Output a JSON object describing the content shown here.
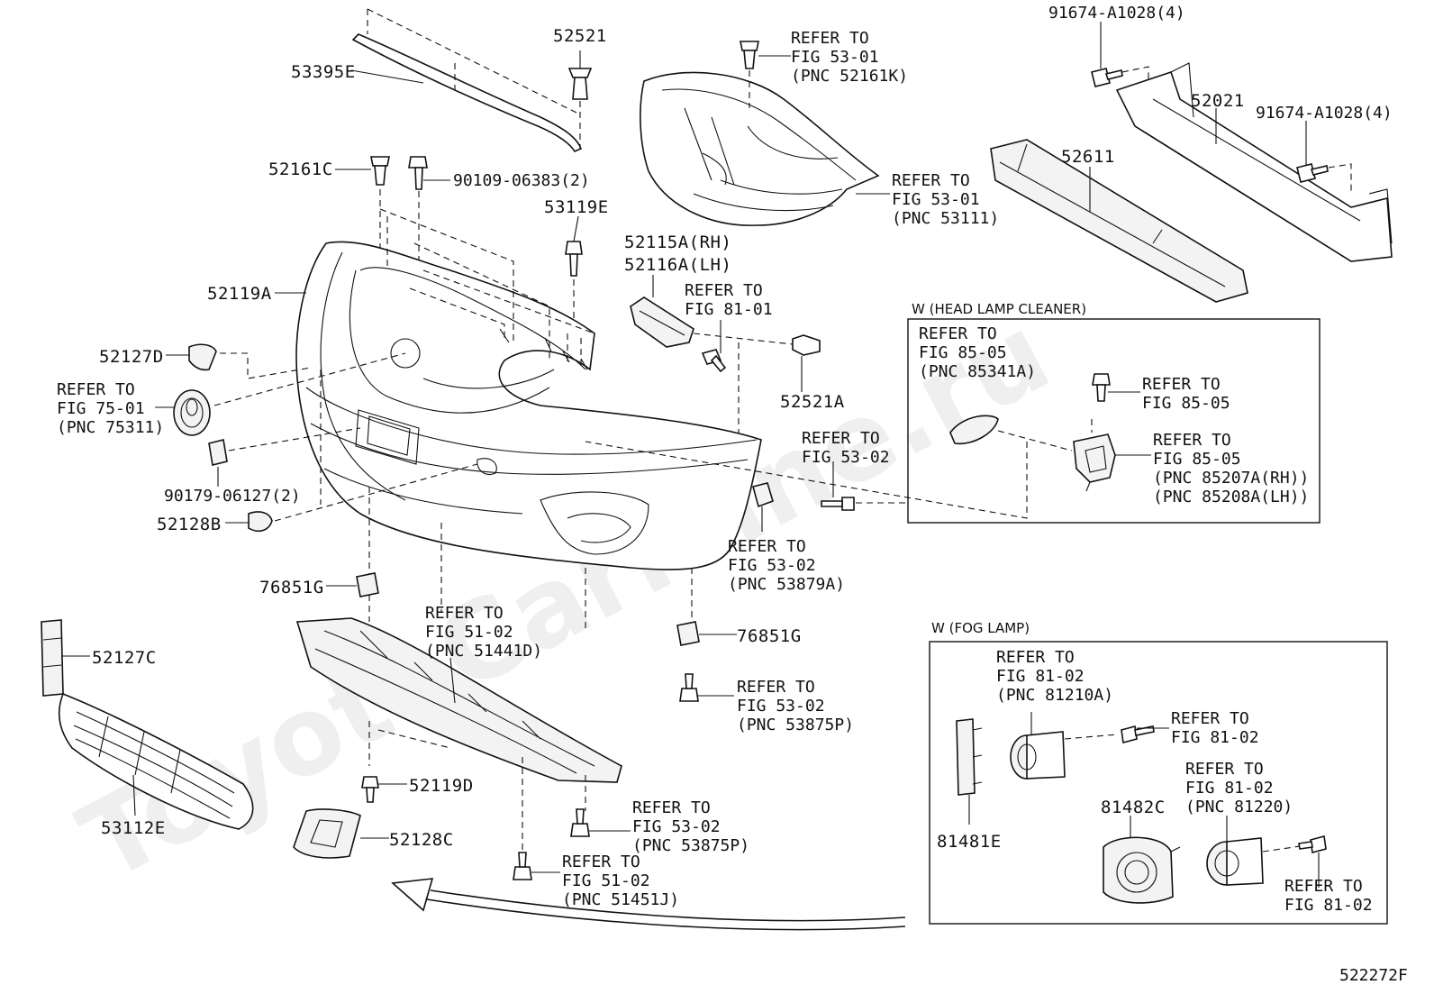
{
  "watermark": "ToyotaCarMine.ru",
  "figure_code": "522272F",
  "groups": {
    "head_lamp_cleaner": "W (HEAD LAMP CLEANER)",
    "fog_lamp": "W (FOG LAMP)"
  },
  "parts": {
    "p53395E": "53395E",
    "p52521": "52521",
    "p52161C": "52161C",
    "p90109": "90109-06383(2)",
    "p53119E": "53119E",
    "p52119A": "52119A",
    "p52127D": "52127D",
    "p90179": "90179-06127(2)",
    "p52128B": "52128B",
    "p76851G_a": "76851G",
    "p76851G_b": "76851G",
    "p52127C": "52127C",
    "p53112E": "53112E",
    "p52119D": "52119D",
    "p52128C": "52128C",
    "p52115A": "52115A(RH)",
    "p52116A": "52116A(LH)",
    "p52521A": "52521A",
    "p91674_a": "91674-A1028(4)",
    "p91674_b": "91674-A1028(4)",
    "p52021": "52021",
    "p52611": "52611",
    "p81481E": "81481E",
    "p81482C": "81482C"
  },
  "refs": {
    "r_fig53_01a": [
      "REFER TO",
      "FIG 53-01",
      "(PNC 52161K)"
    ],
    "r_fig53_01b": [
      "REFER TO",
      "FIG 53-01",
      "(PNC 53111)"
    ],
    "r_fig81_01": [
      "REFER TO",
      "FIG 81-01"
    ],
    "r_fig75_01": [
      "REFER TO",
      "FIG 75-01",
      "(PNC 75311)"
    ],
    "r_fig53_02a": [
      "REFER TO",
      "FIG 53-02"
    ],
    "r_fig53_02b": [
      "REFER TO",
      "FIG 53-02",
      "(PNC 53879A)"
    ],
    "r_fig51_02a": [
      "REFER TO",
      "FIG 51-02",
      "(PNC 51441D)"
    ],
    "r_fig53_02c": [
      "REFER TO",
      "FIG 53-02",
      "(PNC 53875P)"
    ],
    "r_fig53_02d": [
      "REFER TO",
      "FIG 53-02",
      "(PNC 53875P)"
    ],
    "r_fig51_02b": [
      "REFER TO",
      "FIG 51-02",
      "(PNC 51451J)"
    ],
    "r_fig85_05a": [
      "REFER TO",
      "FIG 85-05",
      "(PNC 85341A)"
    ],
    "r_fig85_05b": [
      "REFER TO",
      "FIG 85-05"
    ],
    "r_fig85_05c": [
      "REFER TO",
      "FIG 85-05",
      "(PNC 85207A(RH))",
      "(PNC 85208A(LH))"
    ],
    "r_fig81_02a": [
      "REFER TO",
      "FIG 81-02",
      "(PNC 81210A)"
    ],
    "r_fig81_02b": [
      "REFER TO",
      "FIG 81-02"
    ],
    "r_fig81_02c": [
      "REFER TO",
      "FIG 81-02",
      "(PNC 81220)"
    ],
    "r_fig81_02d": [
      "REFER TO",
      "FIG 81-02"
    ]
  }
}
